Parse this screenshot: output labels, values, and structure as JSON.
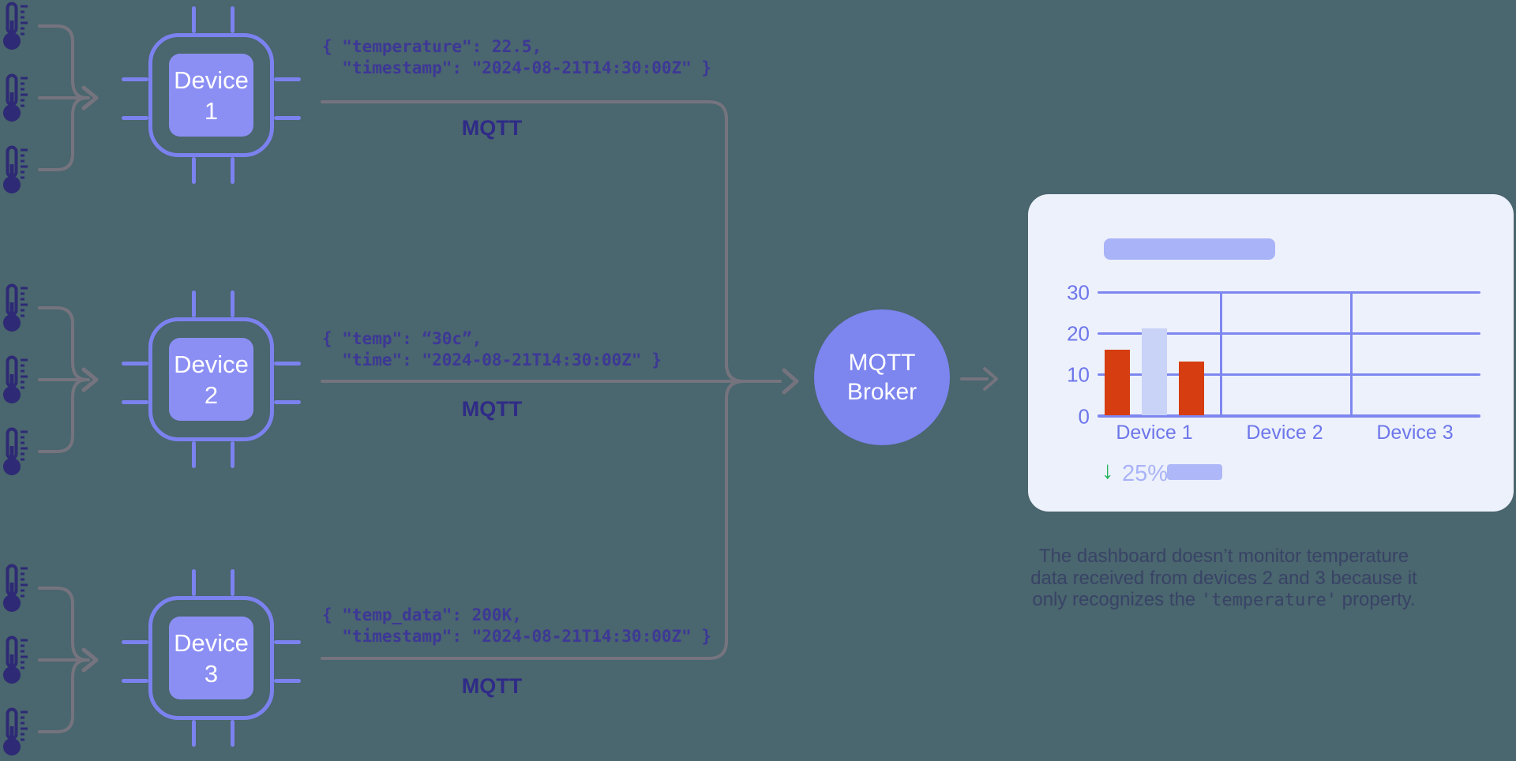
{
  "background_color": "#4a666e",
  "colors": {
    "accent_periwinkle": "#7b82ef",
    "chip_fill": "#8b8ff3",
    "navy_icon": "#2e2a75",
    "code_text": "#3d3896",
    "connector_gray": "#75747e",
    "card_background": "#edf1fc",
    "bar_red": "#d63d10",
    "bar_light": "#c9d3f8",
    "legend_green": "#1eb25b"
  },
  "sensors": {
    "icon": "thermometer-icon",
    "groups": [
      {
        "count": 3
      },
      {
        "count": 3
      },
      {
        "count": 3
      }
    ]
  },
  "devices": [
    {
      "label": "Device 1",
      "payload": "{ \"temperature\": 22.5,\n  \"timestamp\": \"2024-08-21T14:30:00Z\" }",
      "protocol": "MQTT"
    },
    {
      "label": "Device 2",
      "payload": "{ \"temp\": “30c”,\n  \"time\": \"2024-08-21T14:30:00Z\" }",
      "protocol": "MQTT"
    },
    {
      "label": "Device 3",
      "payload": "{ \"temp_data\": 200K,\n  \"timestamp\": \"2024-08-21T14:30:00Z\" }",
      "protocol": "MQTT"
    }
  ],
  "broker": {
    "label": "MQTT Broker"
  },
  "dashboard": {
    "legend": {
      "down_arrow_icon": "↓",
      "change_pct": "25%"
    }
  },
  "chart_data": {
    "type": "bar",
    "categories": [
      "Device 1",
      "Device 2",
      "Device 3"
    ],
    "yticks": [
      30,
      20,
      10,
      0
    ],
    "ylim": [
      0,
      30
    ],
    "grid": true,
    "bars": [
      {
        "category": "Device 1",
        "value": 16,
        "color": "#d63d10"
      },
      {
        "category": "Device 1",
        "value": 21,
        "color": "#c9d3f8"
      },
      {
        "category": "Device 1",
        "value": 13,
        "color": "#d63d10"
      }
    ],
    "note": "Devices 2 and 3 have no bars"
  },
  "caption": {
    "line1": "The dashboard doesn’t monitor temperature",
    "line2": "data received from devices 2 and 3 because it",
    "line3_prefix": "only recognizes the ",
    "line3_code": "'temperature'",
    "line3_suffix": " property."
  }
}
